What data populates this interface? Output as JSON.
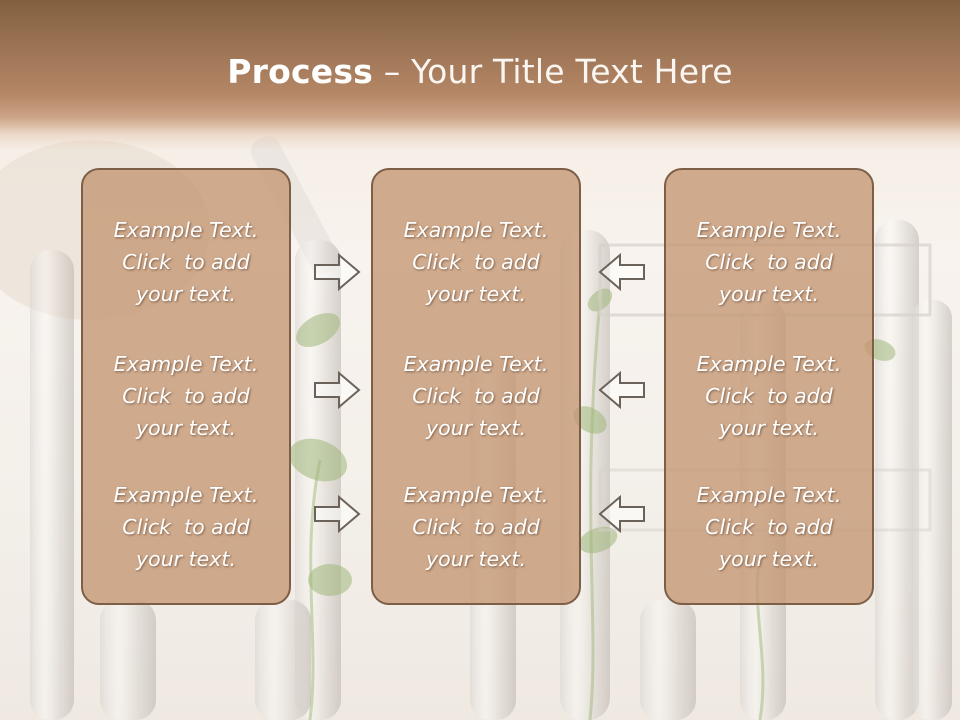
{
  "slide": {
    "title_bold": "Process",
    "title_rest": "– Your Title Text Here"
  },
  "boxes": {
    "left": [
      {
        "line1": "Example Text.",
        "line2": "Click  to add",
        "line3": "your text."
      },
      {
        "line1": "Example Text.",
        "line2": "Click  to add",
        "line3": "your text."
      },
      {
        "line1": "Example Text.",
        "line2": "Click  to add",
        "line3": "your text."
      }
    ],
    "middle": [
      {
        "line1": "Example Text.",
        "line2": "Click  to add",
        "line3": "your text."
      },
      {
        "line1": "Example Text.",
        "line2": "Click  to add",
        "line3": "your text."
      },
      {
        "line1": "Example Text.",
        "line2": "Click  to add",
        "line3": "your text."
      }
    ],
    "right": [
      {
        "line1": "Example Text.",
        "line2": "Click  to add",
        "line3": "your text."
      },
      {
        "line1": "Example Text.",
        "line2": "Click  to add",
        "line3": "your text."
      },
      {
        "line1": "Example Text.",
        "line2": "Click  to add",
        "line3": "your text."
      }
    ]
  },
  "arrows": {
    "left_to_middle": [
      "arrow-right-icon",
      "arrow-right-icon",
      "arrow-right-icon"
    ],
    "right_to_middle": [
      "arrow-left-icon",
      "arrow-left-icon",
      "arrow-left-icon"
    ]
  },
  "colors": {
    "header": "#9a7354",
    "box_fill": "#c49672",
    "box_border": "#7d5e46",
    "text": "#ffffff",
    "arrow_stroke": "#6b6259"
  }
}
